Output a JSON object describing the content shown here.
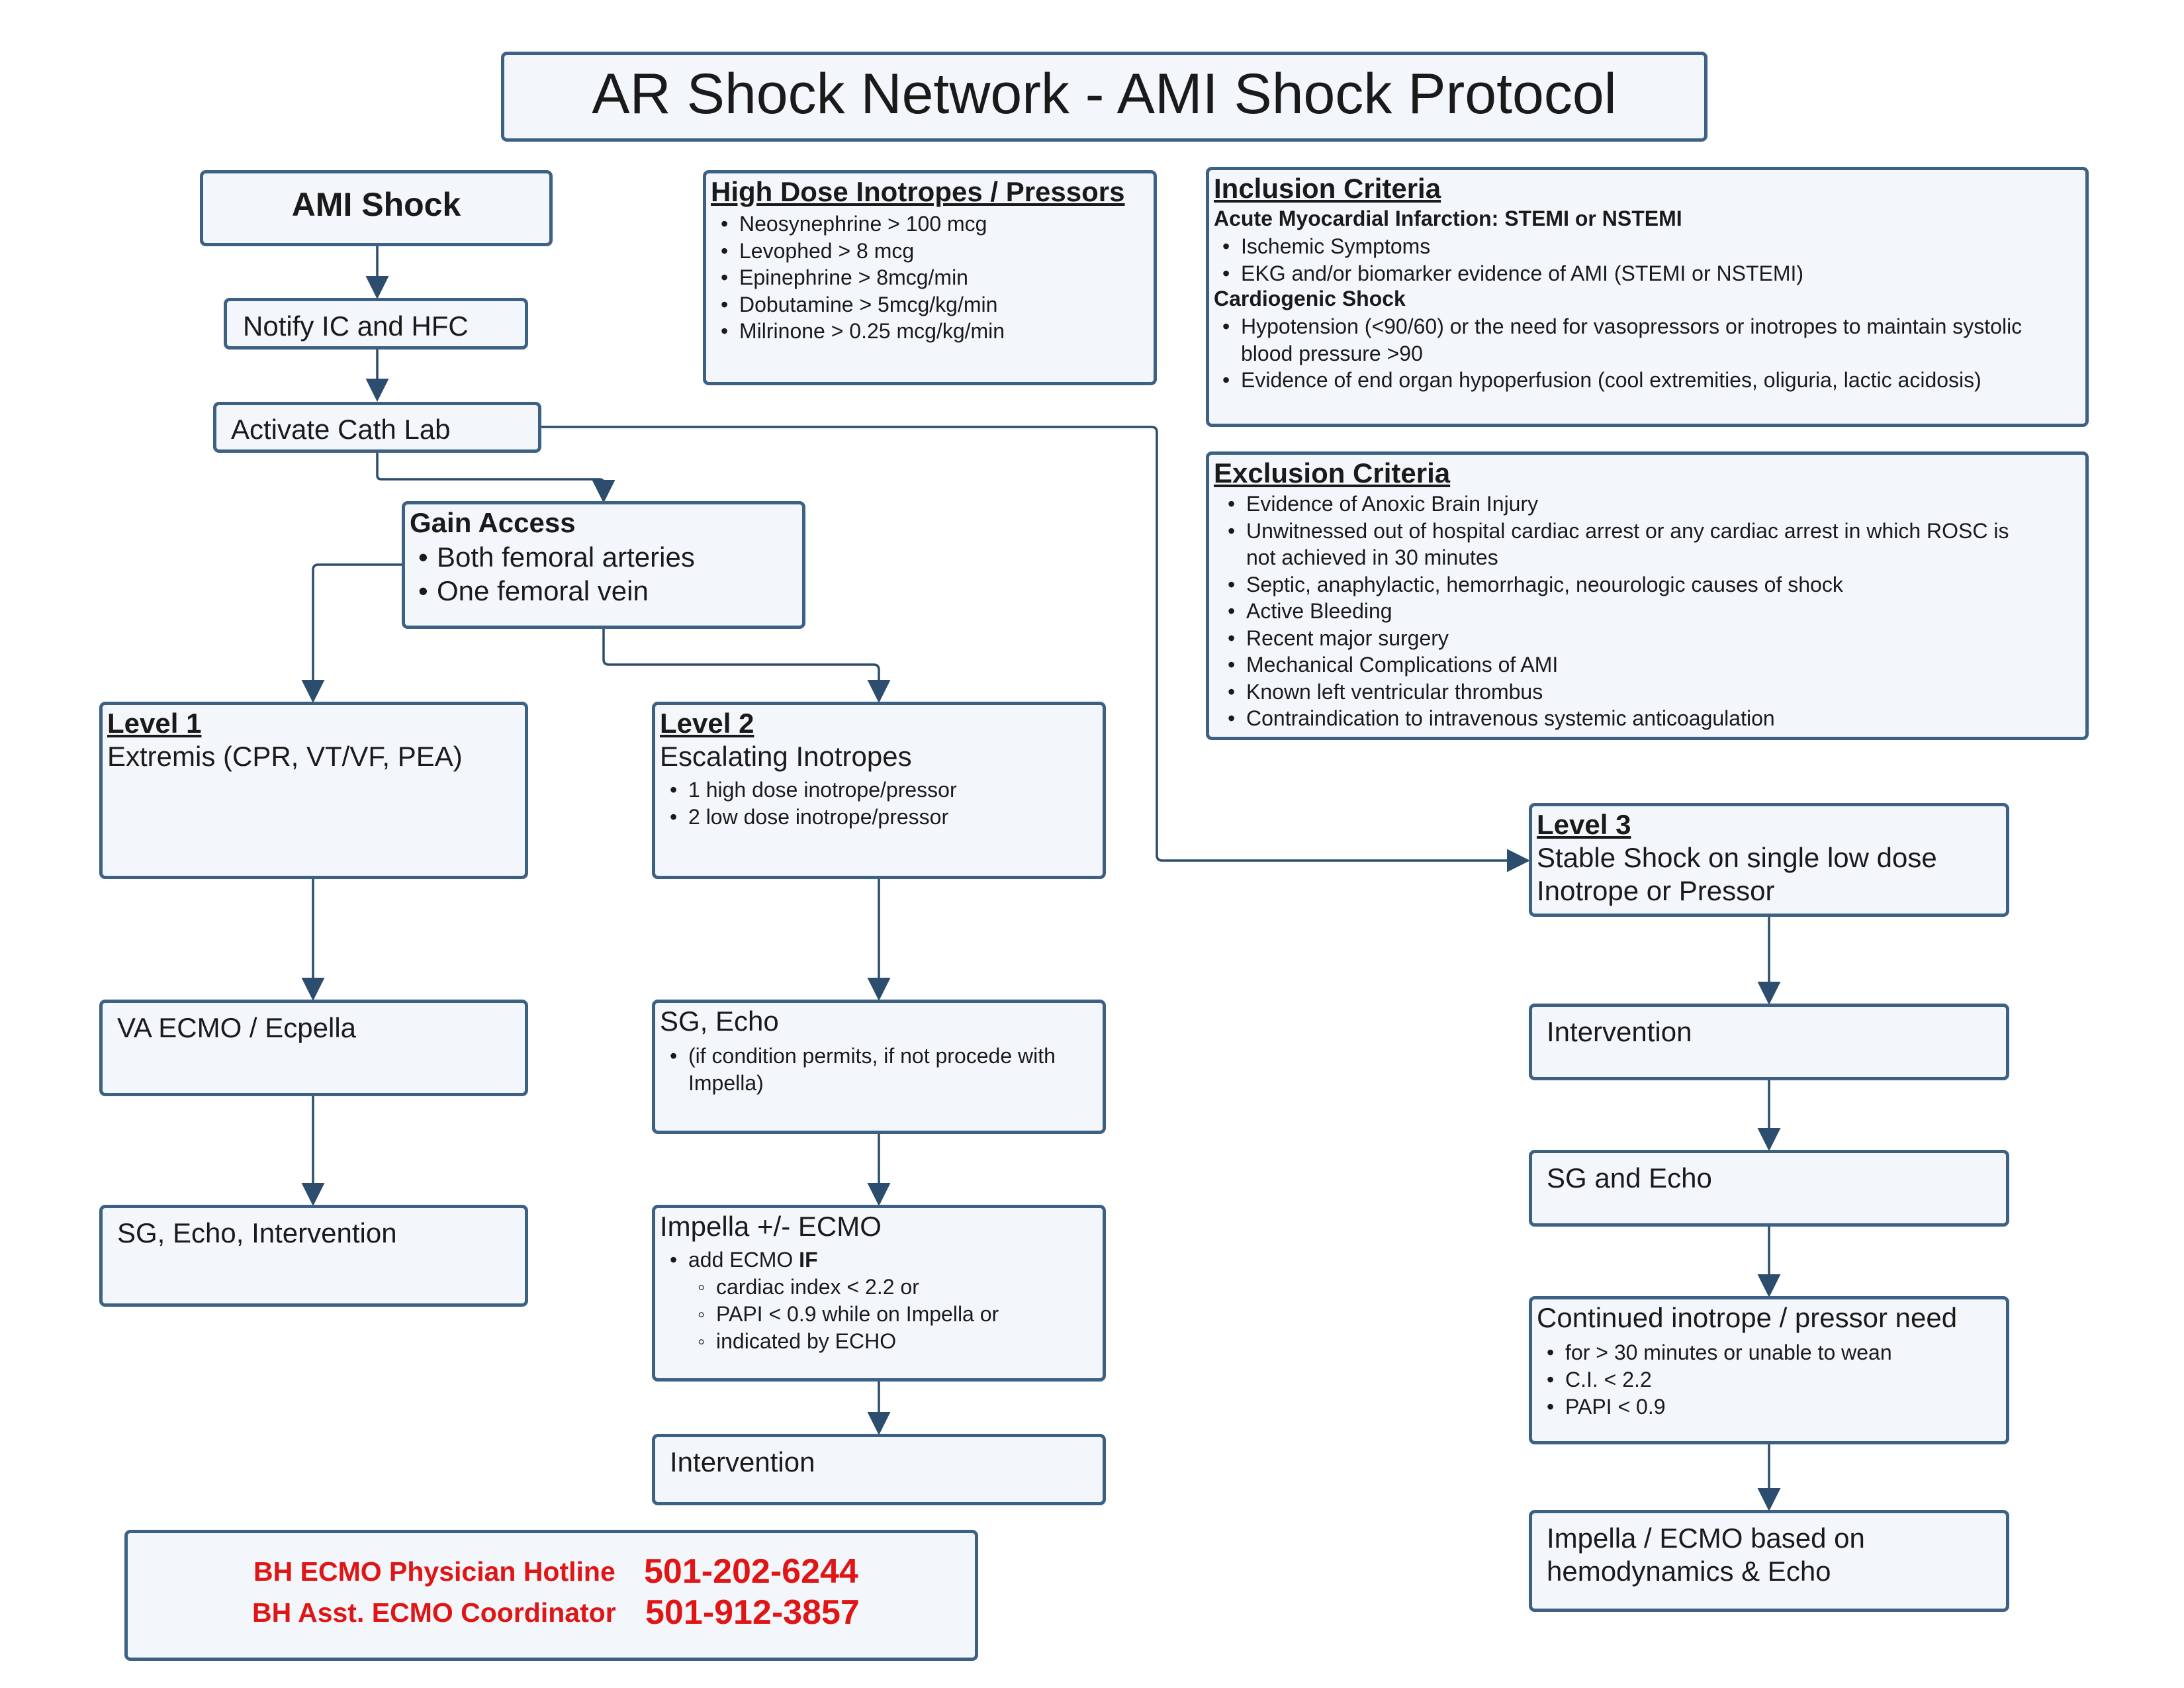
{
  "title": "AR Shock Network - AMI Shock Protocol",
  "nodes": {
    "ami_shock": "AMI Shock",
    "notify": "Notify IC and HFC",
    "activate": "Activate Cath Lab",
    "gain_access": {
      "title": "Gain Access",
      "items": [
        "Both femoral arteries",
        "One femoral vein"
      ]
    },
    "level1": {
      "label": "Level 1",
      "desc": "Extremis (CPR, VT/VF, PEA)",
      "step1": "VA ECMO / Ecpella",
      "step2": "SG, Echo, Intervention"
    },
    "level2": {
      "label": "Level 2",
      "desc": "Escalating Inotropes",
      "items": [
        "1 high dose inotrope/pressor",
        "2 low dose inotrope/pressor"
      ],
      "sg_echo": {
        "title": "SG, Echo",
        "items": [
          "(if condition permits, if not procede with",
          "Impella)"
        ]
      },
      "impella": {
        "title": "Impella +/- ECMO",
        "add_prefix": "add ECMO ",
        "add_if": "IF",
        "subitems": [
          "cardiac index < 2.2 or",
          "PAPI < 0.9  while on Impella or",
          "indicated by ECHO"
        ]
      },
      "intervention": "Intervention"
    },
    "level3": {
      "label": "Level 3",
      "desc_lines": [
        "Stable Shock on single low dose",
        "Inotrope or Pressor"
      ],
      "intervention": "Intervention",
      "sg_echo": "SG and Echo",
      "continued": {
        "title": "Continued inotrope / pressor need",
        "items": [
          "for > 30 minutes or unable to wean",
          "C.I. < 2.2",
          "PAPI < 0.9"
        ]
      },
      "impella_lines": [
        "Impella / ECMO based on",
        "hemodynamics & Echo"
      ]
    }
  },
  "high_dose": {
    "title": "High Dose Inotropes / Pressors",
    "items": [
      "Neosynephrine >  100 mcg",
      "Levophed > 8 mcg",
      "Epinephrine > 8mcg/min",
      "Dobutamine > 5mcg/kg/min",
      "Milrinone > 0.25 mcg/kg/min"
    ]
  },
  "inclusion": {
    "title": "Inclusion Criteria",
    "ami_header": "Acute Myocardial Infarction: STEMI or NSTEMI",
    "ami_items": [
      "Ischemic Symptoms",
      "EKG and/or biomarker evidence of AMI (STEMI or NSTEMI)"
    ],
    "cs_header": "Cardiogenic Shock",
    "cs_item1_line1": "Hypotension (<90/60) or the need for vasopressors or inotropes to maintain systolic",
    "cs_item1_line2": "blood pressure >90",
    "cs_item2": "Evidence of end organ hypoperfusion (cool extremities, oliguria, lactic acidosis)"
  },
  "exclusion": {
    "title": "Exclusion Criteria",
    "item1": "Evidence of Anoxic Brain Injury",
    "item2_line1": "Unwitnessed out of hospital cardiac arrest or any cardiac arrest in which ROSC is",
    "item2_line2": "not achieved in 30 minutes",
    "items_rest": [
      "Septic, anaphylactic, hemorrhagic, neourologic causes of shock",
      "Active Bleeding",
      "Recent major surgery",
      "Mechanical Complications of AMI",
      "Known left ventricular thrombus",
      "Contraindication to intravenous systemic anticoagulation"
    ]
  },
  "contacts": {
    "hotline_label": "BH ECMO Physician Hotline",
    "hotline_number": "501-202-6244",
    "coordinator_label": "BH Asst. ECMO Coordinator",
    "coordinator_number": "501-912-3857"
  },
  "colors": {
    "border": "#3d6185",
    "fill": "#f3f7fb",
    "arrow": "#2c4d6e",
    "contact_text": "#e01515"
  }
}
